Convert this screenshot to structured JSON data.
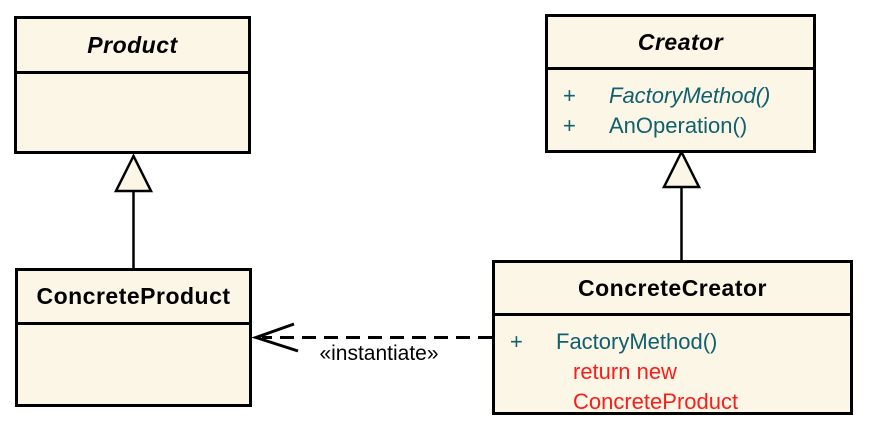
{
  "diagram": {
    "kind": "uml-class-diagram"
  },
  "classes": {
    "product": {
      "name": "Product"
    },
    "creator": {
      "name": "Creator",
      "members": [
        {
          "vis": "+",
          "name": "FactoryMethod()"
        },
        {
          "vis": "+",
          "name": "AnOperation()"
        }
      ]
    },
    "concrete_product": {
      "name": "ConcreteProduct"
    },
    "concrete_creator": {
      "name": "ConcreteCreator",
      "members": [
        {
          "vis": "+",
          "name": "FactoryMethod()"
        }
      ],
      "note_lines": [
        "return new",
        "ConcreteProduct"
      ]
    }
  },
  "relationships": {
    "instantiate_label": "«instantiate»",
    "generalizations": [
      {
        "from": "ConcreteProduct",
        "to": "Product"
      },
      {
        "from": "ConcreteCreator",
        "to": "Creator"
      }
    ],
    "dependency": {
      "from": "ConcreteCreator",
      "to": "ConcreteProduct",
      "style": "dashed"
    }
  },
  "colors": {
    "background": "#ffffff",
    "box_fill": "#fcf6e7",
    "border": "#000000",
    "method_text": "#11606e",
    "note_text": "#f81e1c",
    "label_text": "#000000"
  }
}
